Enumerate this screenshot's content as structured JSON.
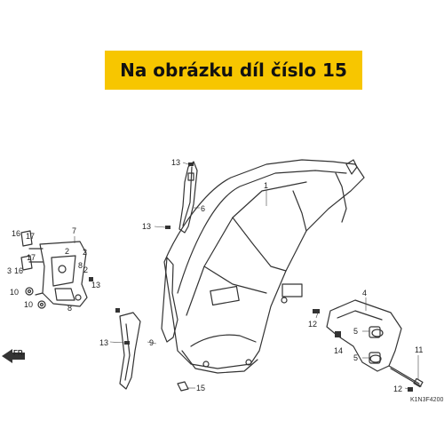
{
  "banner": {
    "text": "Na obrázku díl číslo 15",
    "color": "#f7c600"
  },
  "diagram_code": "K1N3F4200",
  "direction_label": "FR.",
  "callouts": [
    "1",
    "2",
    "3",
    "4",
    "5",
    "6",
    "7",
    "8",
    "9",
    "10",
    "11",
    "12",
    "13",
    "14",
    "15",
    "16",
    "17"
  ]
}
